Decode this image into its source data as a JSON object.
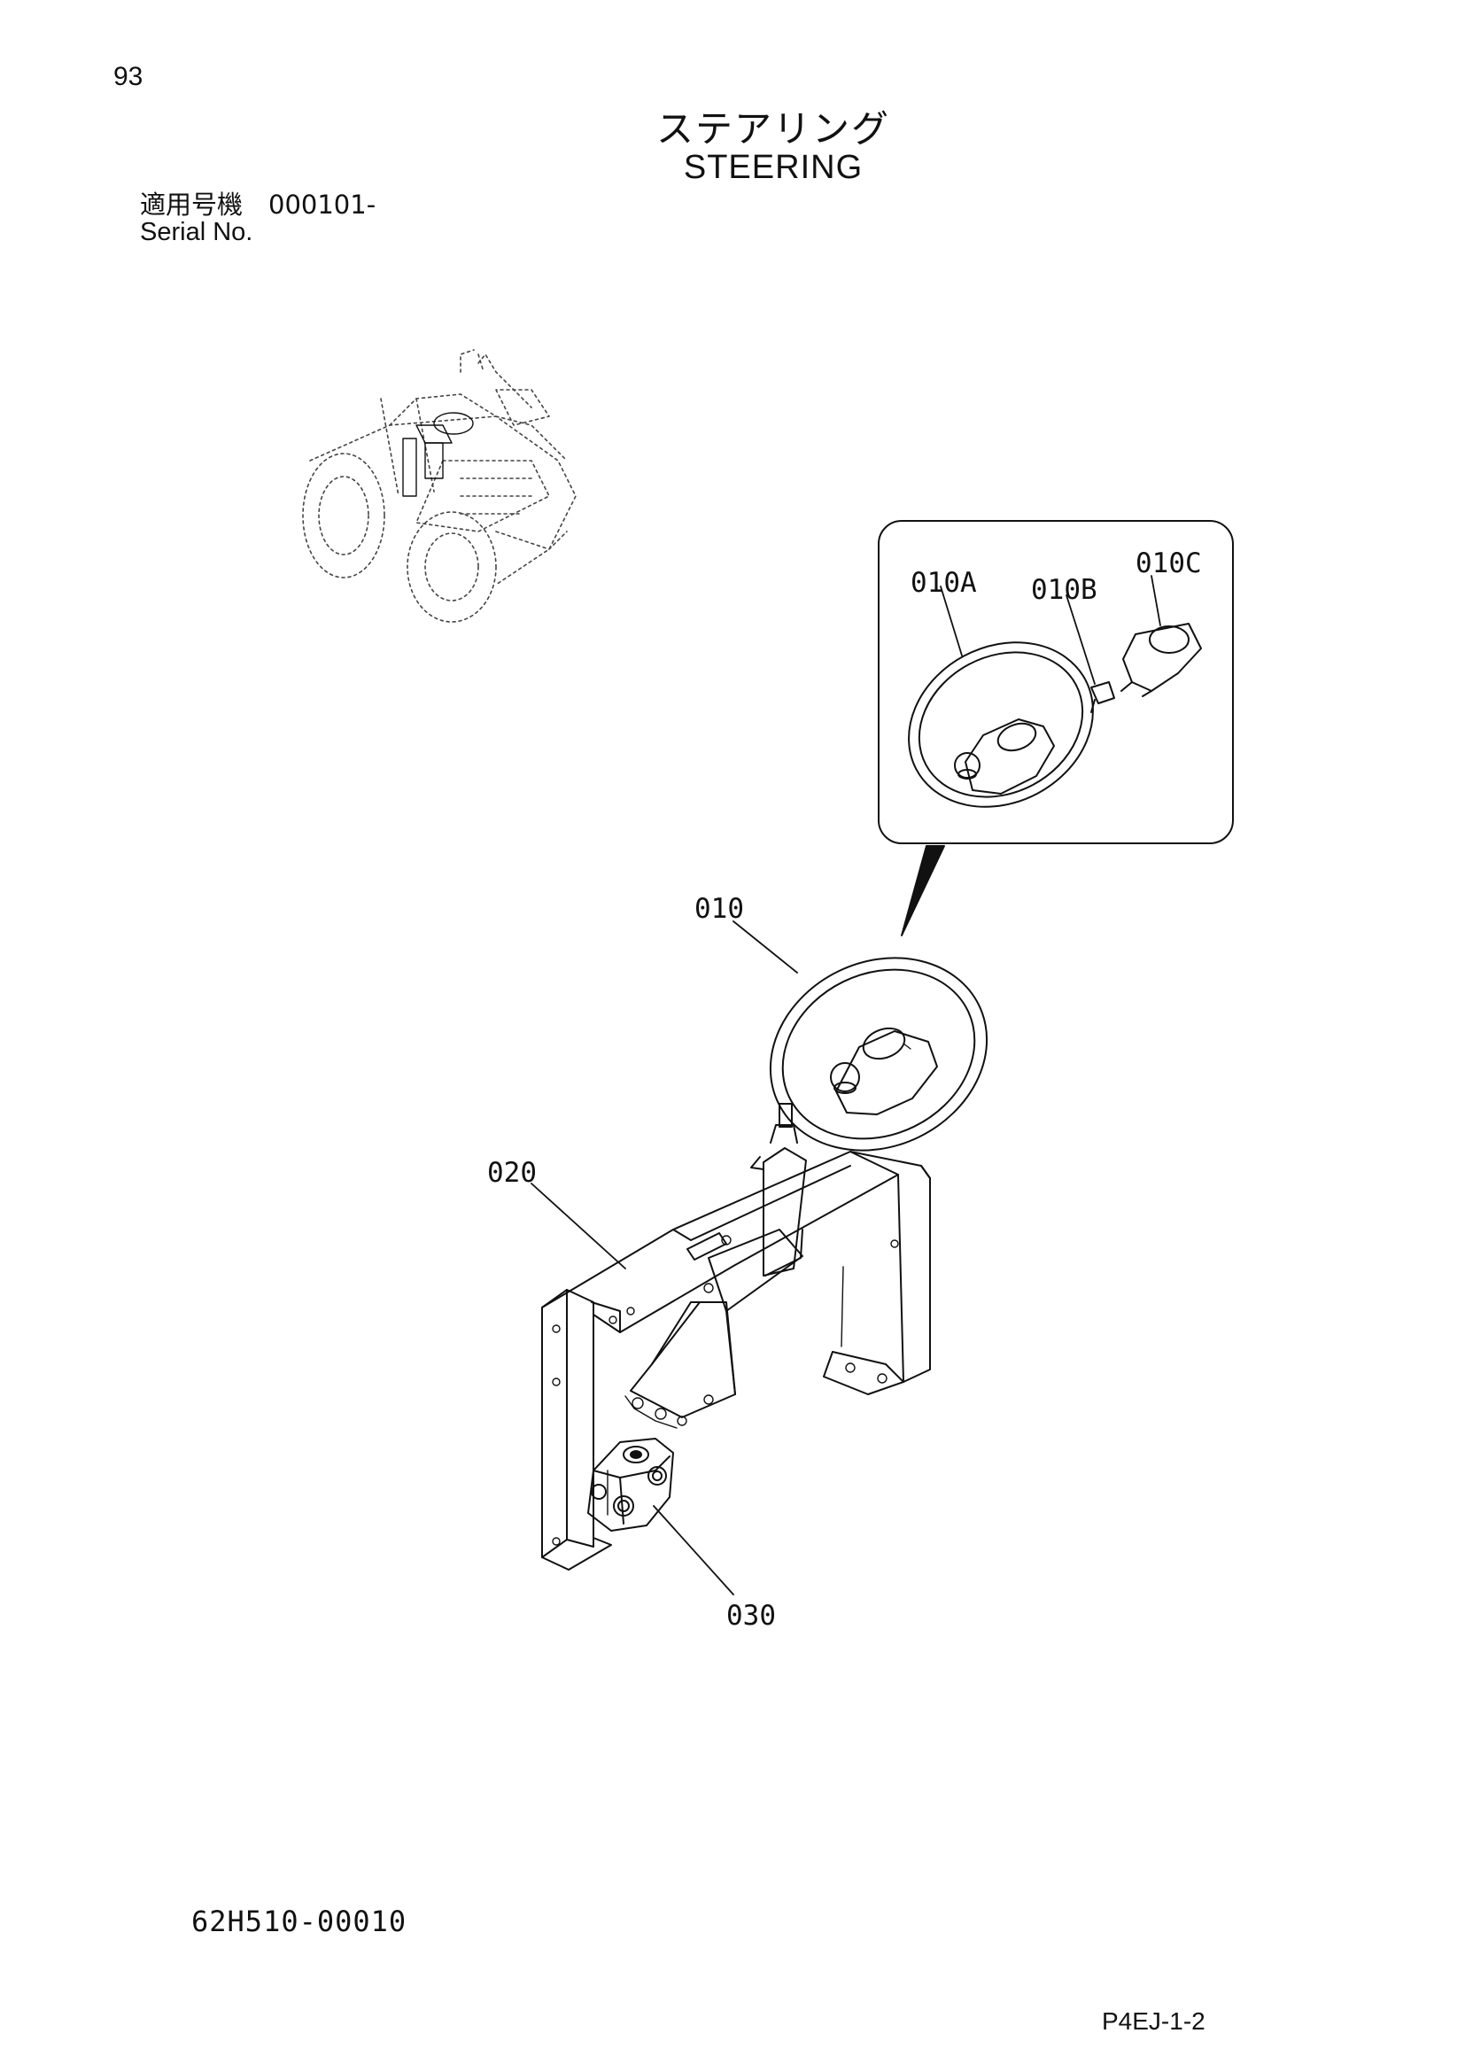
{
  "page": {
    "page_number": "93",
    "title_ja": "ステアリング",
    "title_en": "STEERING",
    "serial_ja": "適用号機　000101-",
    "serial_en": "Serial No.",
    "part_code": "62H510-00010",
    "page_ref": "P4EJ-1-2"
  },
  "callouts": {
    "c010A": "010A",
    "c010B": "010B",
    "c010C": "010C",
    "c010": "010",
    "c020": "020",
    "c030": "030"
  }
}
